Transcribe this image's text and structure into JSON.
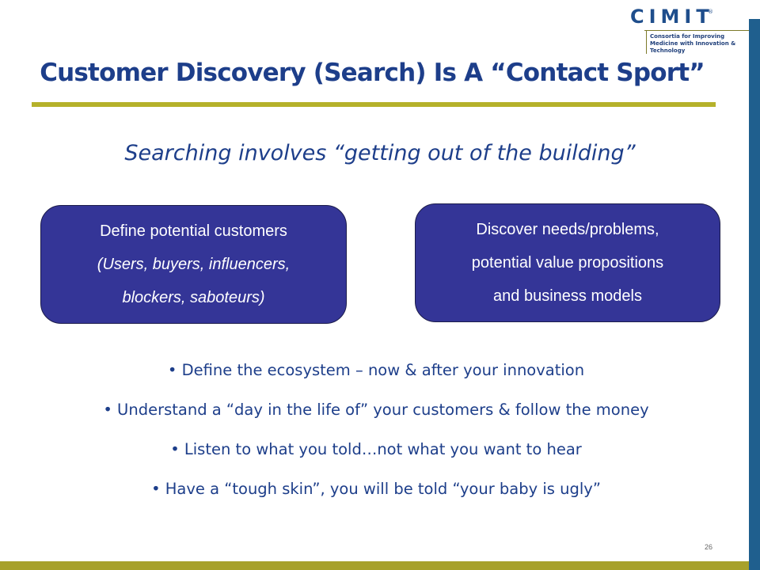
{
  "logo": {
    "word": "CIMIT",
    "registered": "®",
    "tagline": "Consortia for Improving Medicine with Innovation & Technology"
  },
  "title": "Customer Discovery (Search) Is A “Contact Sport”",
  "subtitle": "Searching involves “getting out of the building”",
  "box_left": {
    "line1": "Define potential customers",
    "line2": "(Users, buyers, influencers,",
    "line3": "blockers, saboteurs)"
  },
  "box_right": {
    "line1": "Discover needs/problems,",
    "line2": "potential value propositions",
    "line3": "and business models"
  },
  "bullets": [
    "• Define the ecosystem – now & after your innovation",
    "• Understand a “day in the life of” your customers & follow the money",
    "• Listen to what you told…not what you want to hear",
    "• Have a “tough skin”, you will be told “your baby is ugly”"
  ],
  "page_number": "26",
  "colors": {
    "title_blue": "#1d3e8a",
    "box_fill": "#343597",
    "rule_olive": "#b5b12a",
    "side_bar_blue": "#1f5f8e"
  }
}
